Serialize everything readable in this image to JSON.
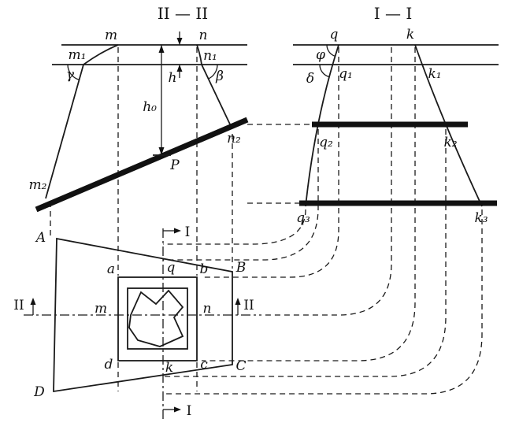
{
  "diagram": {
    "section_ii": {
      "title": "II — II",
      "labels": {
        "m": "m",
        "n": "n",
        "m1": "m₁",
        "n1": "n₁",
        "gamma": "γ",
        "beta": "β",
        "h": "h",
        "h0": "h₀",
        "m2": "m₂",
        "n2": "n₂",
        "p": "P"
      }
    },
    "section_i": {
      "title": "I — I",
      "labels": {
        "q": "q",
        "k": "k",
        "phi": "φ",
        "delta": "δ",
        "q1": "q₁",
        "k1": "k₁",
        "q2": "q₂",
        "k2": "k₂",
        "q3": "q₃",
        "k3": "k₃"
      }
    },
    "plan": {
      "corners": {
        "A": "A",
        "B": "B",
        "C": "C",
        "D": "D"
      },
      "inner_corners": {
        "a": "a",
        "b": "b",
        "c": "c",
        "d": "d"
      },
      "points": {
        "m": "m",
        "n": "n",
        "q": "q",
        "k": "k"
      },
      "cut_i": "I",
      "cut_ii": "II"
    },
    "colors": {
      "line": "#1a1a1a",
      "background": "#ffffff"
    }
  }
}
